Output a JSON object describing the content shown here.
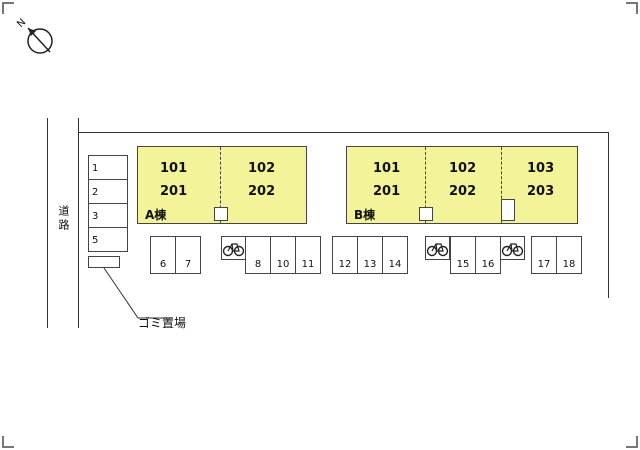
{
  "compass": {
    "north_label": "N",
    "icon": "north-arrow-icon"
  },
  "road": {
    "label": "道路"
  },
  "trash": {
    "label": "ゴミ置場"
  },
  "buildings": [
    {
      "name": "A棟",
      "upper_rooms": [
        "101",
        "102"
      ],
      "lower_rooms": [
        "201",
        "202"
      ]
    },
    {
      "name": "B棟",
      "upper_rooms": [
        "101",
        "102",
        "103"
      ],
      "lower_rooms": [
        "201",
        "202",
        "203"
      ]
    }
  ],
  "parking_left_column": [
    "1",
    "2",
    "3",
    "5"
  ],
  "parking_row": [
    "6",
    "7",
    "8",
    "10",
    "11",
    "12",
    "13",
    "14",
    "15",
    "16",
    "17",
    "18"
  ],
  "bicycle_icon": "bicycle-icon",
  "colors": {
    "building_fill": "#f3f39a",
    "lines": "#333333"
  }
}
